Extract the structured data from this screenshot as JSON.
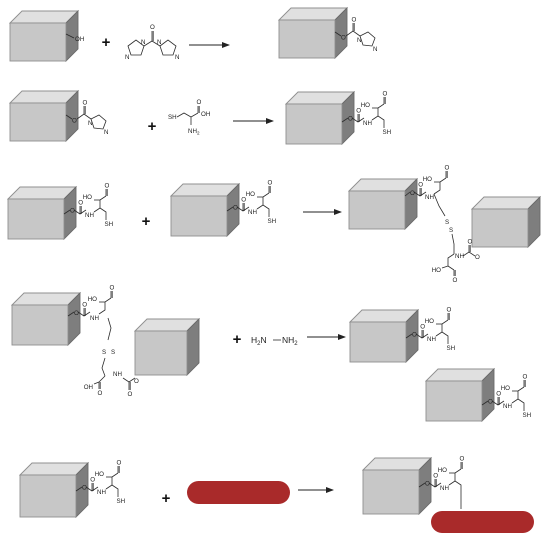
{
  "labels": {
    "plus": "+",
    "oh": "OH",
    "o": "O",
    "n": "N",
    "ho": "HO",
    "nh": "NH",
    "nh2": "NH",
    "sh": "SH",
    "s": "S",
    "hydrazine_h2n": "H",
    "hydrazine_nh2": "NH"
  },
  "colors": {
    "cube_front": "#c7c7c7",
    "cube_top": "#e0e0e0",
    "cube_side": "#7e7e7e",
    "rod": "#a92a2a"
  }
}
